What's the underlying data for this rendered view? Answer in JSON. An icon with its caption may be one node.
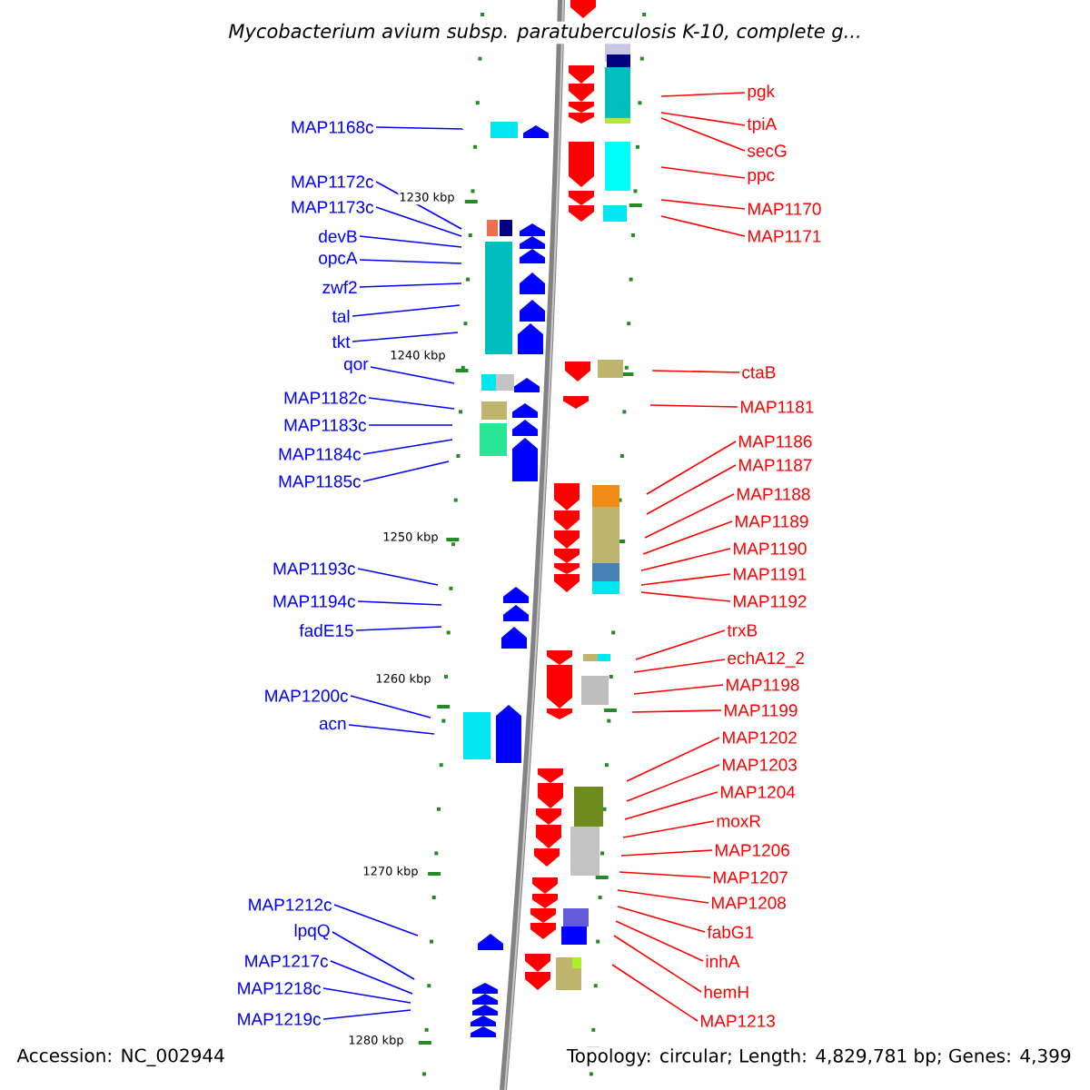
{
  "diagram": {
    "title": "Mycobacterium avium subsp. paratuberculosis K-10, complete g...",
    "nodes": [
      {
        "text": [
          "MAP1168c"
        ]
      },
      {
        "text": [
          "MAP1172c"
        ]
      },
      {
        "text": [
          "MAP1173c"
        ]
      },
      {
        "text": [
          "devB"
        ]
      },
      {
        "text": [
          "opcA"
        ]
      },
      {
        "text": [
          "zwf2"
        ]
      },
      {
        "text": [
          "tal"
        ]
      },
      {
        "text": [
          "tkt"
        ]
      },
      {
        "text": [
          "qor"
        ]
      },
      {
        "text": [
          "MAP1182c"
        ]
      },
      {
        "text": [
          "MAP1183c"
        ]
      },
      {
        "text": [
          "MAP1184c"
        ]
      },
      {
        "text": [
          "MAP1185c"
        ]
      },
      {
        "text": [
          "MAP1193c"
        ]
      },
      {
        "text": [
          "MAP1194c"
        ]
      },
      {
        "text": [
          "fadE15"
        ]
      },
      {
        "text": [
          "MAP1200c"
        ]
      },
      {
        "text": [
          "acn"
        ]
      },
      {
        "text": [
          "MAP1212c"
        ]
      },
      {
        "text": [
          "lpqQ"
        ]
      },
      {
        "text": [
          "MAP1217c"
        ]
      },
      {
        "text": [
          "MAP1218c"
        ]
      },
      {
        "text": [
          "MAP1219c"
        ]
      },
      {
        "text": [
          "pgk"
        ]
      },
      {
        "text": [
          "tpiA"
        ]
      },
      {
        "text": [
          "secG"
        ]
      },
      {
        "text": [
          "ppc"
        ]
      },
      {
        "text": [
          "MAP1170"
        ]
      },
      {
        "text": [
          "MAP1171"
        ]
      },
      {
        "text": [
          "ctaB"
        ]
      },
      {
        "text": [
          "MAP1181"
        ]
      },
      {
        "text": [
          "MAP1186"
        ]
      },
      {
        "text": [
          "MAP1187"
        ]
      },
      {
        "text": [
          "MAP1188"
        ]
      },
      {
        "text": [
          "MAP1189"
        ]
      },
      {
        "text": [
          "MAP1190"
        ]
      },
      {
        "text": [
          "MAP1191"
        ]
      },
      {
        "text": [
          "MAP1192"
        ]
      },
      {
        "text": [
          "trxB"
        ]
      },
      {
        "text": [
          "echA12_2"
        ]
      },
      {
        "text": [
          "MAP1198"
        ]
      },
      {
        "text": [
          "MAP1199"
        ]
      },
      {
        "text": [
          "MAP1202"
        ]
      },
      {
        "text": [
          "MAP1203"
        ]
      },
      {
        "text": [
          "MAP1204"
        ]
      },
      {
        "text": [
          "moxR"
        ]
      },
      {
        "text": [
          "MAP1206"
        ]
      },
      {
        "text": [
          "MAP1207"
        ]
      },
      {
        "text": [
          "MAP1208"
        ]
      },
      {
        "text": [
          "fabG1"
        ]
      },
      {
        "text": [
          "inhA"
        ]
      },
      {
        "text": [
          "hemH"
        ]
      },
      {
        "text": [
          "MAP1213"
        ]
      }
    ],
    "edges": [
      {
        "from": 0,
        "to": null,
        "arrow": "none",
        "color": "#0000ff"
      },
      {
        "from": 1,
        "to": null,
        "arrow": "none",
        "color": "#0000ff"
      },
      {
        "from": 2,
        "to": null,
        "arrow": "none",
        "color": "#0000ff"
      },
      {
        "from": 3,
        "to": null,
        "arrow": "none",
        "color": "#0000ff"
      },
      {
        "from": 4,
        "to": null,
        "arrow": "none",
        "color": "#0000ff"
      },
      {
        "from": 5,
        "to": null,
        "arrow": "none",
        "color": "#0000ff"
      },
      {
        "from": 6,
        "to": null,
        "arrow": "none",
        "color": "#0000ff"
      },
      {
        "from": 7,
        "to": null,
        "arrow": "none",
        "color": "#0000ff"
      },
      {
        "from": 8,
        "to": null,
        "arrow": "none",
        "color": "#0000ff"
      },
      {
        "from": 9,
        "to": null,
        "arrow": "none",
        "color": "#0000ff"
      },
      {
        "from": 10,
        "to": null,
        "arrow": "none",
        "color": "#0000ff"
      },
      {
        "from": 11,
        "to": null,
        "arrow": "none",
        "color": "#0000ff"
      },
      {
        "from": 12,
        "to": null,
        "arrow": "none",
        "color": "#0000ff"
      },
      {
        "from": 13,
        "to": null,
        "arrow": "none",
        "color": "#0000ff"
      },
      {
        "from": 14,
        "to": null,
        "arrow": "none",
        "color": "#0000ff"
      },
      {
        "from": 15,
        "to": null,
        "arrow": "none",
        "color": "#0000ff"
      },
      {
        "from": 16,
        "to": null,
        "arrow": "none",
        "color": "#0000ff"
      },
      {
        "from": 17,
        "to": null,
        "arrow": "none",
        "color": "#0000ff"
      },
      {
        "from": 18,
        "to": null,
        "arrow": "none",
        "color": "#0000ff"
      },
      {
        "from": 19,
        "to": null,
        "arrow": "none",
        "color": "#0000ff"
      },
      {
        "from": 20,
        "to": null,
        "arrow": "none",
        "color": "#0000ff"
      },
      {
        "from": 21,
        "to": null,
        "arrow": "none",
        "color": "#0000ff"
      },
      {
        "from": 22,
        "to": null,
        "arrow": "none",
        "color": "#0000ff"
      },
      {
        "from": 23,
        "to": null,
        "arrow": "none"
      },
      {
        "from": 24,
        "to": null,
        "arrow": "none"
      },
      {
        "from": 25,
        "to": null,
        "arrow": "none"
      },
      {
        "from": 26,
        "to": null,
        "arrow": "none"
      },
      {
        "from": 27,
        "to": null,
        "arrow": "none"
      },
      {
        "from": 28,
        "to": null,
        "arrow": "none"
      },
      {
        "from": 29,
        "to": null,
        "arrow": "none"
      },
      {
        "from": 30,
        "to": null,
        "arrow": "none"
      },
      {
        "from": 31,
        "to": null,
        "arrow": "none"
      },
      {
        "from": 32,
        "to": null,
        "arrow": "none"
      },
      {
        "from": 33,
        "to": null,
        "arrow": "none"
      },
      {
        "from": 34,
        "to": null,
        "arrow": "none"
      },
      {
        "from": 35,
        "to": null,
        "arrow": "none"
      },
      {
        "from": 36,
        "to": null,
        "arrow": "none"
      },
      {
        "from": 37,
        "to": null,
        "arrow": "none"
      },
      {
        "from": 38,
        "to": null,
        "arrow": "none"
      },
      {
        "from": 39,
        "to": null,
        "arrow": "none"
      },
      {
        "from": 40,
        "to": null,
        "arrow": "none"
      },
      {
        "from": 41,
        "to": null,
        "arrow": "none"
      },
      {
        "from": 42,
        "to": null,
        "arrow": "none"
      },
      {
        "from": 43,
        "to": null,
        "arrow": "none"
      },
      {
        "from": 44,
        "to": null,
        "arrow": "none"
      },
      {
        "from": 45,
        "to": null,
        "arrow": "none"
      },
      {
        "from": 46,
        "to": null,
        "arrow": "none"
      },
      {
        "from": 47,
        "to": null,
        "arrow": "none"
      },
      {
        "from": 48,
        "to": null,
        "arrow": "none"
      },
      {
        "from": 49,
        "to": null,
        "arrow": "none"
      },
      {
        "from": 50,
        "to": null,
        "arrow": "none"
      },
      {
        "from": 51,
        "to": null,
        "arrow": "none"
      },
      {
        "from": 52,
        "to": null,
        "arrow": "none"
      }
    ],
    "labels": [
      "1230 kbp",
      "1240 kbp",
      "1250 kbp",
      "1260 kbp",
      "1270 kbp",
      "1280 kbp",
      "Accession: NC_002944",
      "Topology: circular; Length: 4,829,781 bp; Genes: 4,399"
    ]
  }
}
